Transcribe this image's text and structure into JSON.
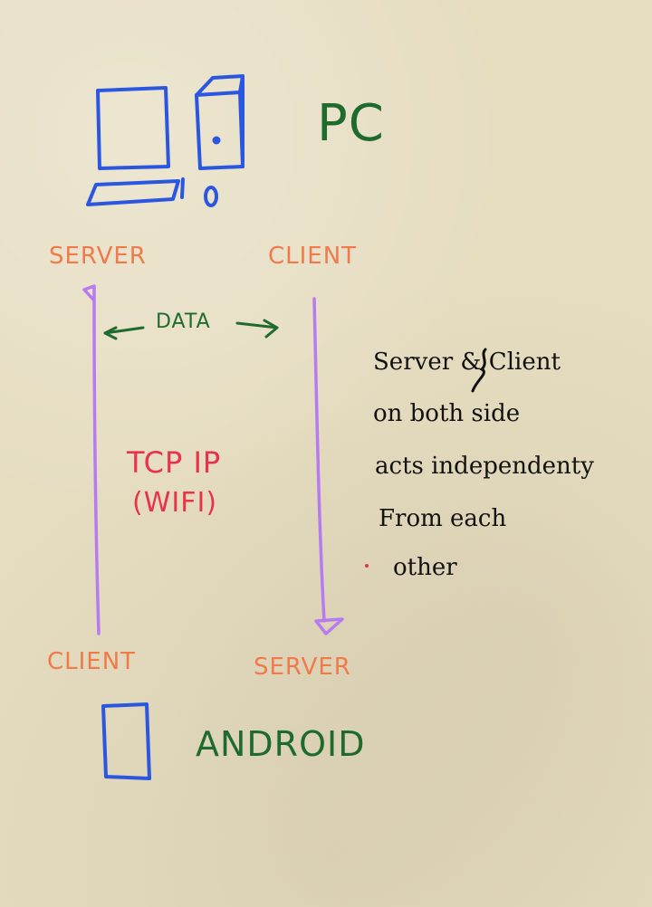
{
  "title": "PC",
  "device_bottom": "ANDROID",
  "pc_side": {
    "server_label": "SERVER",
    "client_label": "CLIENT"
  },
  "android_side": {
    "client_label": "CLIENT",
    "server_label": "SERVER"
  },
  "data_label": "DATA",
  "link": {
    "line1": "TCP IP",
    "line2": "(WIFI)"
  },
  "note_lines": [
    "Server & Client",
    "on both side",
    "acts independenty",
    "From each",
    "other"
  ],
  "colors": {
    "device_blue": "#2b57e0",
    "title_green": "#1f6b2e",
    "role_orange": "#f07a4a",
    "arrow_purple": "#b77af0",
    "link_red": "#e8334a",
    "note_black": "#111111"
  },
  "icons": [
    "monitor-icon",
    "computer-tower-icon",
    "keyboard-icon",
    "mouse-icon",
    "phone-icon"
  ]
}
